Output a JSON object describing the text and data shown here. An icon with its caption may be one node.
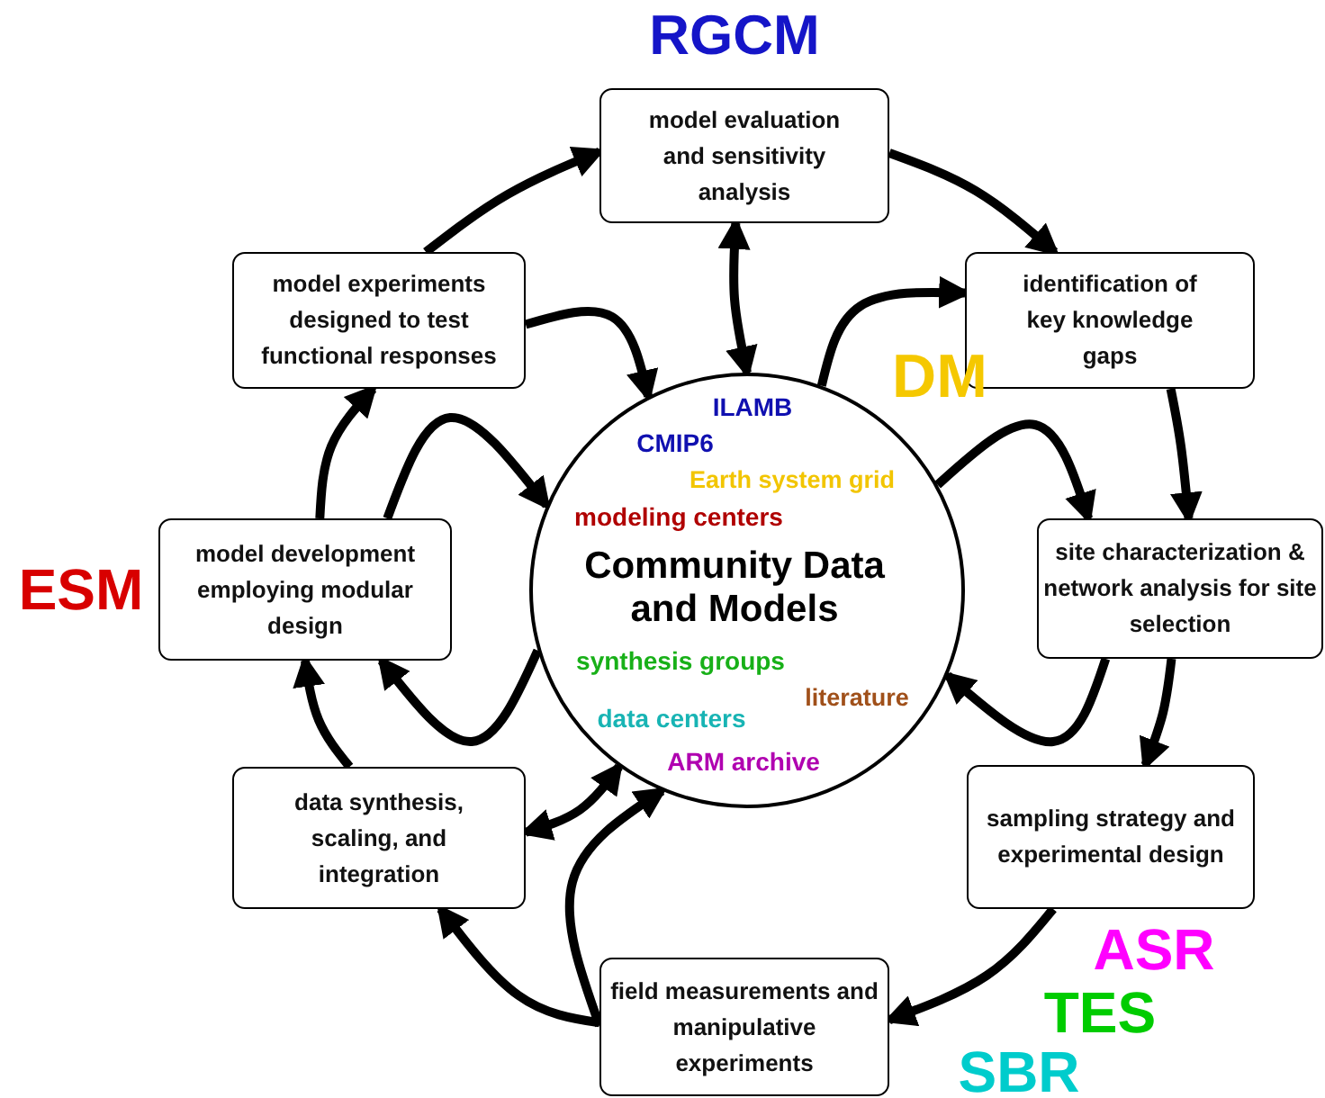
{
  "diagram": {
    "nodes": [
      {
        "text": [
          "ILAMB",
          "CMIP6",
          "Earth system grid",
          "modeling centers",
          "Community Data and Models",
          "synthesis groups",
          "literature",
          "data centers",
          "ARM archive"
        ]
      },
      {
        "text": [
          "model evaluation and sensitivity analysis"
        ]
      },
      {
        "text": [
          "identification of key knowledge gaps"
        ]
      },
      {
        "text": [
          "site characterization & network analysis for site selection"
        ]
      },
      {
        "text": [
          "sampling strategy and experimental design"
        ]
      },
      {
        "text": [
          "field measurements and manipulative experiments"
        ]
      },
      {
        "text": [
          "data synthesis, scaling, and integration"
        ]
      },
      {
        "text": [
          "model development employing modular design"
        ]
      },
      {
        "text": [
          "model experiments designed to test functional responses"
        ]
      }
    ],
    "edges": [
      {
        "from": 8,
        "to": 1,
        "arrow": "to"
      },
      {
        "from": 1,
        "to": 2,
        "arrow": "to"
      },
      {
        "from": 2,
        "to": 3,
        "arrow": "to"
      },
      {
        "from": 3,
        "to": 4,
        "arrow": "to"
      },
      {
        "from": 4,
        "to": 5,
        "arrow": "to"
      },
      {
        "from": 5,
        "to": 6,
        "arrow": "to"
      },
      {
        "from": 6,
        "to": 7,
        "arrow": "to"
      },
      {
        "from": 7,
        "to": 8,
        "arrow": "to"
      },
      {
        "from": 1,
        "to": 0,
        "arrow": "both"
      },
      {
        "from": 8,
        "to": 0,
        "arrow": "to"
      },
      {
        "from": 0,
        "to": 2,
        "arrow": "to"
      },
      {
        "from": 0,
        "to": 3,
        "arrow": "to"
      },
      {
        "from": 3,
        "to": 0,
        "arrow": "to"
      },
      {
        "from": 7,
        "to": 0,
        "arrow": "to"
      },
      {
        "from": 0,
        "to": 7,
        "arrow": "to"
      },
      {
        "from": 6,
        "to": 0,
        "arrow": "both"
      },
      {
        "from": 5,
        "to": 0,
        "arrow": "to"
      }
    ],
    "labels": [
      "RGCM",
      "DM",
      "ESM",
      "ASR",
      "TES",
      "SBR"
    ]
  }
}
